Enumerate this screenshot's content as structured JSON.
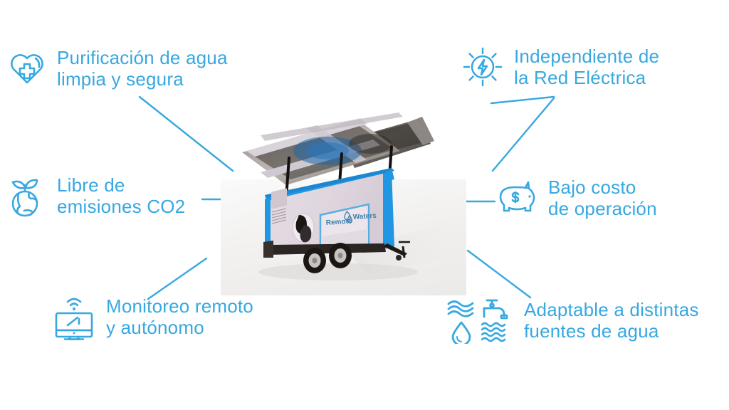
{
  "theme": {
    "accent": "#37A8E0",
    "accent_light": "#56B9E8",
    "background": "#FFFFFF",
    "photo_bg": "#F2F1F0",
    "trailer_body": "#E0D7DF",
    "trailer_trim": "#2196E3",
    "chassis": "#2B2524"
  },
  "product": {
    "name": "Remote Waters",
    "logo_word_1": "Remote",
    "logo_word_2": "Waters",
    "description": "mobile solar-powered water purification trailer"
  },
  "features": [
    {
      "id": "purificacion",
      "icon": "heart-medical-cross-icon",
      "line1": "Purificación de agua",
      "line2": "limpia y segura",
      "text": "Purificación de agua\nlimpia y segura"
    },
    {
      "id": "independiente",
      "icon": "sun-lightning-bolt-icon",
      "line1": "Independiente de",
      "line2": "la Red Eléctrica",
      "text": "Independiente de\nla Red Eléctrica"
    },
    {
      "id": "libre-emisiones",
      "icon": "globe-leaf-icon",
      "line1": "Libre de",
      "line2": "emisiones CO2",
      "text": "Libre de\nemisiones CO2"
    },
    {
      "id": "bajo-costo",
      "icon": "piggy-bank-dollar-icon",
      "line1": "Bajo costo",
      "line2": "de operación",
      "text": "Bajo costo\nde operación"
    },
    {
      "id": "monitoreo",
      "icon": "monitor-wifi-icon",
      "line1": "Monitoreo remoto",
      "line2": "y autónomo",
      "text": "Monitoreo remoto\ny autónomo"
    },
    {
      "id": "adaptable",
      "icon": "water-sources-icon-grid",
      "line1": "Adaptable a distintas",
      "line2": "fuentes de agua",
      "text": "Adaptable a distintas\nfuentes de agua"
    }
  ]
}
